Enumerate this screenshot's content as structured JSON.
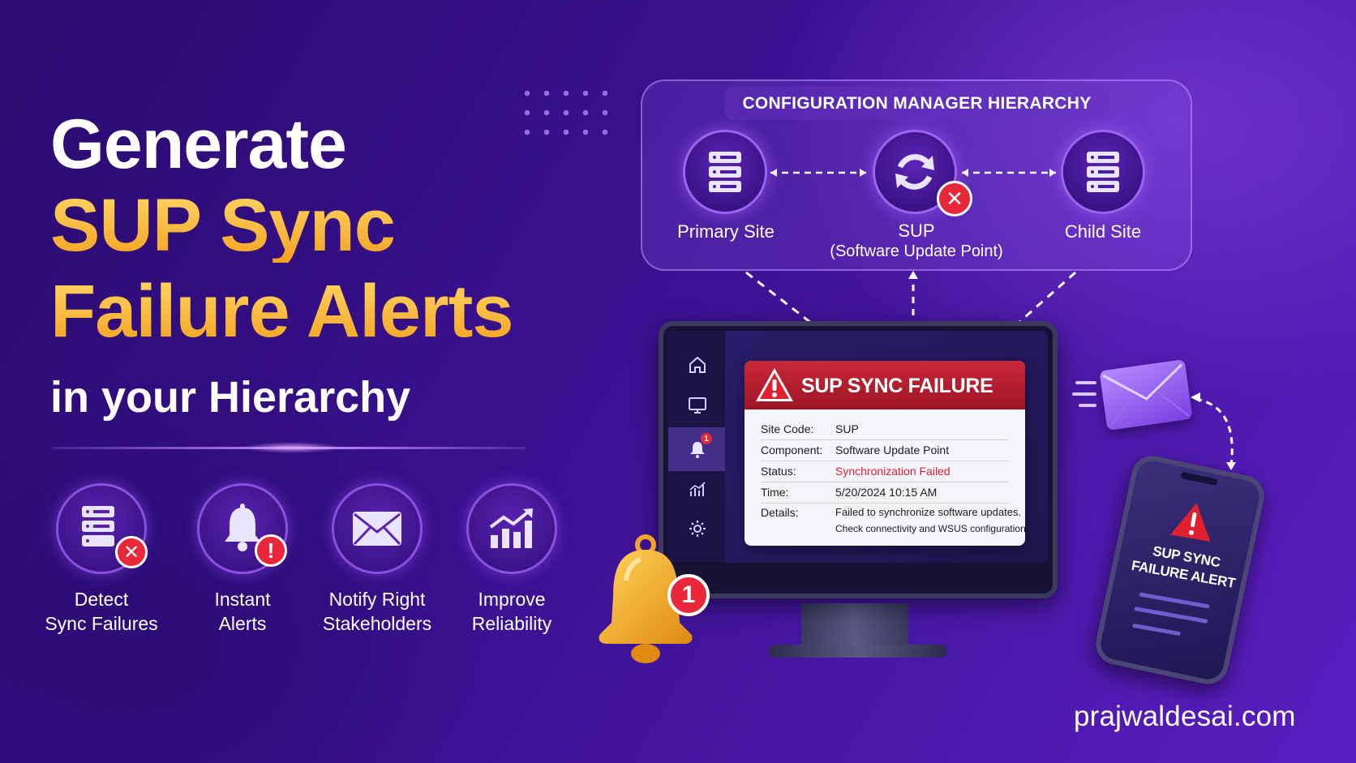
{
  "headline": {
    "line1": "Generate",
    "line2": "SUP Sync",
    "line3": "Failure Alerts",
    "line4": "in your Hierarchy"
  },
  "features": [
    {
      "line1": "Detect",
      "line2": "Sync Failures",
      "icon": "server-error-icon"
    },
    {
      "line1": "Instant",
      "line2": "Alerts",
      "icon": "bell-alert-icon"
    },
    {
      "line1": "Notify Right",
      "line2": "Stakeholders",
      "icon": "envelope-icon"
    },
    {
      "line1": "Improve",
      "line2": "Reliability",
      "icon": "growth-chart-icon"
    }
  ],
  "hierarchy": {
    "title": "CONFIGURATION MANAGER HIERARCHY",
    "primary": "Primary Site",
    "sup_line1": "SUP",
    "sup_line2": "(Software Update Point)",
    "child": "Child Site"
  },
  "alert": {
    "title": "SUP SYNC FAILURE",
    "rows": [
      {
        "key": "Site Code:",
        "value": "SUP"
      },
      {
        "key": "Component:",
        "value": "Software Update Point"
      },
      {
        "key": "Status:",
        "value": "Synchronization Failed"
      },
      {
        "key": "Time:",
        "value": "5/20/2024 10:15 AM"
      },
      {
        "key": "Details:",
        "value": "Failed to synchronize software updates.",
        "value2": "Check connectivity and WSUS configuration."
      }
    ]
  },
  "sidebar_badge": "1",
  "bell_count": "1",
  "phone": {
    "line1": "SUP SYNC",
    "line2": "FAILURE ALERT"
  },
  "site_url": "prajwaldesai.com",
  "colors": {
    "accent_gold": "#ffc23d",
    "alert_red": "#c8283a",
    "status_red": "#e0202f",
    "purple": "#3a1190"
  }
}
